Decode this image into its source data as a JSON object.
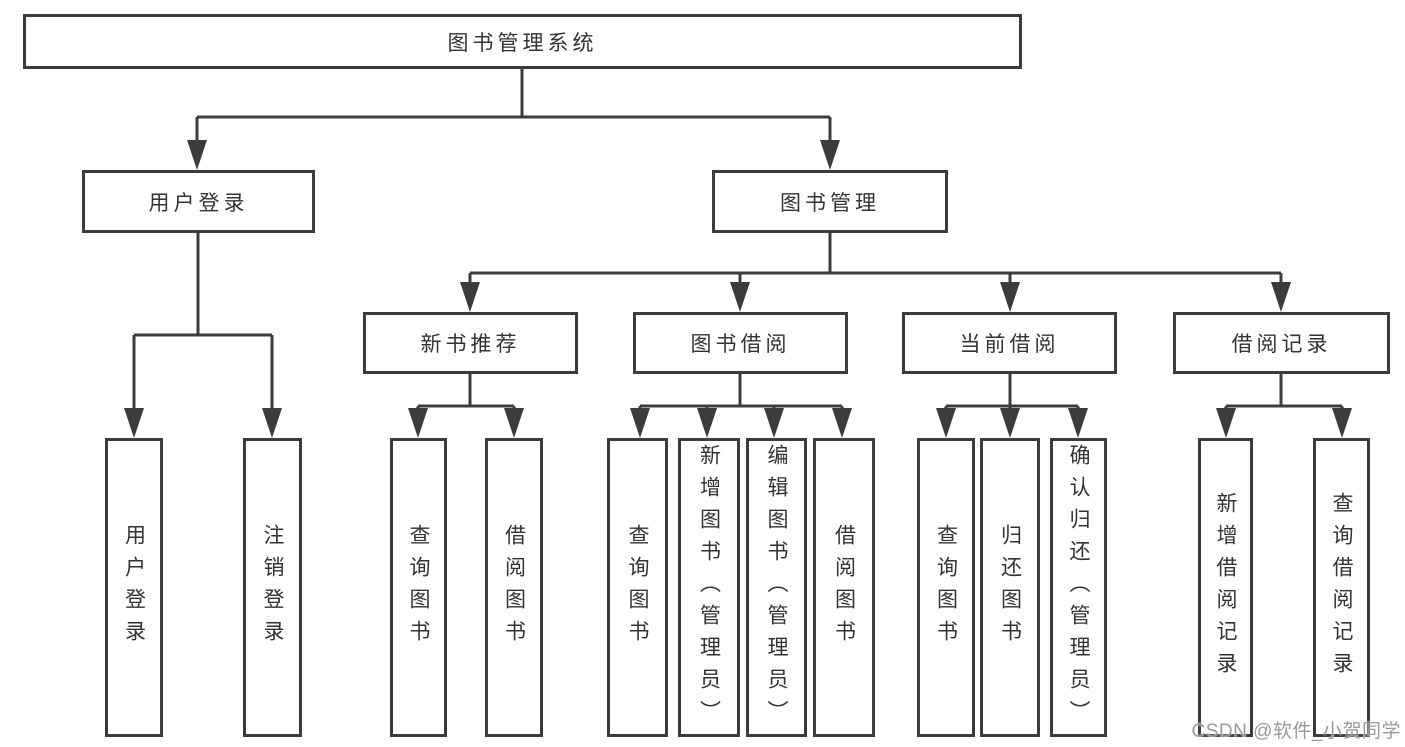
{
  "diagram_title": "图书管理系统",
  "colors": {
    "line": "#3c3c3c",
    "box_border": "#3c3c3c",
    "text": "#333333",
    "background": "#ffffff",
    "watermark": "#9a9a9a"
  },
  "tree": {
    "label": "图书管理系统",
    "children": [
      {
        "label": "用户登录",
        "children": [
          {
            "label": "用户登录"
          },
          {
            "label": "注销登录"
          }
        ]
      },
      {
        "label": "图书管理",
        "children": [
          {
            "label": "新书推荐",
            "children": [
              {
                "label": "查询图书"
              },
              {
                "label": "借阅图书"
              }
            ]
          },
          {
            "label": "图书借阅",
            "children": [
              {
                "label": "查询图书"
              },
              {
                "label": "新增图书（管理员）"
              },
              {
                "label": "编辑图书（管理员）"
              },
              {
                "label": "借阅图书"
              }
            ]
          },
          {
            "label": "当前借阅",
            "children": [
              {
                "label": "查询图书"
              },
              {
                "label": "归还图书"
              },
              {
                "label": "确认归还（管理员）"
              }
            ]
          },
          {
            "label": "借阅记录",
            "children": [
              {
                "label": "新增借阅记录"
              },
              {
                "label": "查询借阅记录"
              }
            ]
          }
        ]
      }
    ]
  },
  "watermark": {
    "text": "CSDN @软件_小贺同学"
  }
}
